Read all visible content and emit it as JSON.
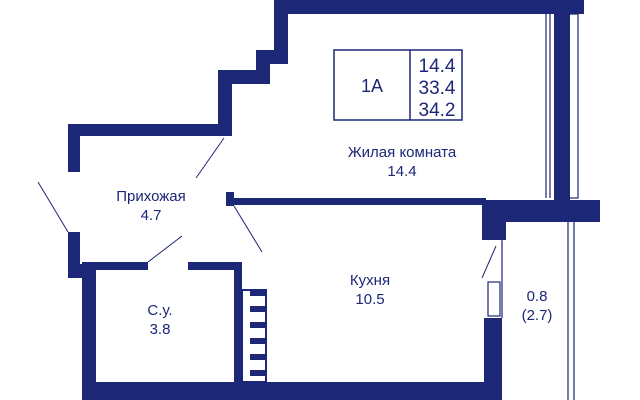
{
  "summary": {
    "type": "1A",
    "areas": [
      "14.4",
      "33.4",
      "34.2"
    ]
  },
  "rooms": {
    "living": {
      "name": "Жилая комната",
      "area": "14.4"
    },
    "hallway": {
      "name": "Прихожая",
      "area": "4.7"
    },
    "bathroom": {
      "name": "С.у.",
      "area": "3.8"
    },
    "kitchen": {
      "name": "Кухня",
      "area": "10.5"
    },
    "balcony": {
      "area": "0.8",
      "area_adjusted": "(2.7)"
    }
  },
  "colors": {
    "wall": "#1c2777",
    "background": "#ffffff"
  }
}
